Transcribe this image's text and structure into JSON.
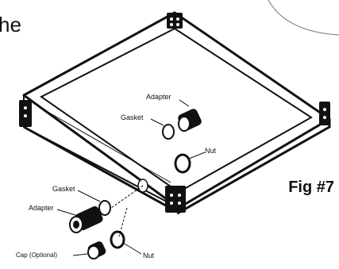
{
  "figure": {
    "caption": "Fig #7",
    "cut_text": "he"
  },
  "parts": {
    "adapter_top": "Adapter",
    "gasket_top": "Gasket",
    "nut_top": "Nut",
    "gasket_bottom": "Gasket",
    "adapter_bottom": "Adapter",
    "cap": "Cap (Optional)",
    "nut_bottom": "Nut"
  },
  "colors": {
    "ink": "#111111",
    "paper": "#ffffff"
  }
}
